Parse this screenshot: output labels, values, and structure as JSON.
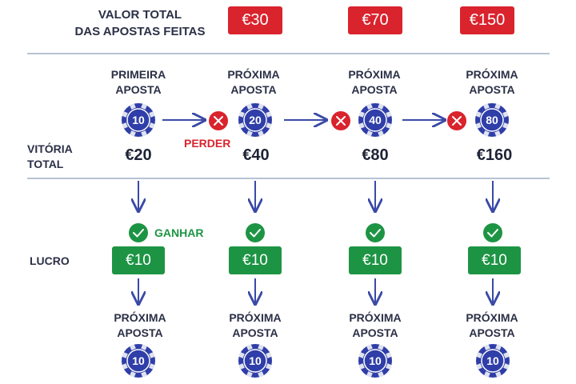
{
  "header": {
    "title_line1": "VALOR TOTAL",
    "title_line2": "DAS APOSTAS FEITAS",
    "amounts": [
      "€30",
      "€70",
      "€150"
    ]
  },
  "labels": {
    "first_bet_1": "PRIMEIRA",
    "first_bet_2": "APOSTA",
    "next_bet_1": "PRÓXIMA",
    "next_bet_2": "APOSTA",
    "lose": "PERDER",
    "win": "GANHAR",
    "total_win_1": "VITÓRIA",
    "total_win_2": "TOTAL",
    "profit": "LUCRO"
  },
  "steps": [
    {
      "chip": "10",
      "total": "€20",
      "profit": "€10",
      "next_chip": "10"
    },
    {
      "chip": "20",
      "total": "€40",
      "profit": "€10",
      "next_chip": "10"
    },
    {
      "chip": "40",
      "total": "€80",
      "profit": "€10",
      "next_chip": "10"
    },
    {
      "chip": "80",
      "total": "€160",
      "profit": "€10",
      "next_chip": "10"
    }
  ],
  "colors": {
    "red": "#d9232d",
    "green": "#1d9444",
    "chip_blue": "#2f3ea8",
    "arrow": "#3a4aa6",
    "text": "#2b3047"
  },
  "icons": {
    "lose": "x-circle-icon",
    "win": "check-circle-icon",
    "chip": "poker-chip-icon",
    "arrow": "arrow-icon"
  }
}
